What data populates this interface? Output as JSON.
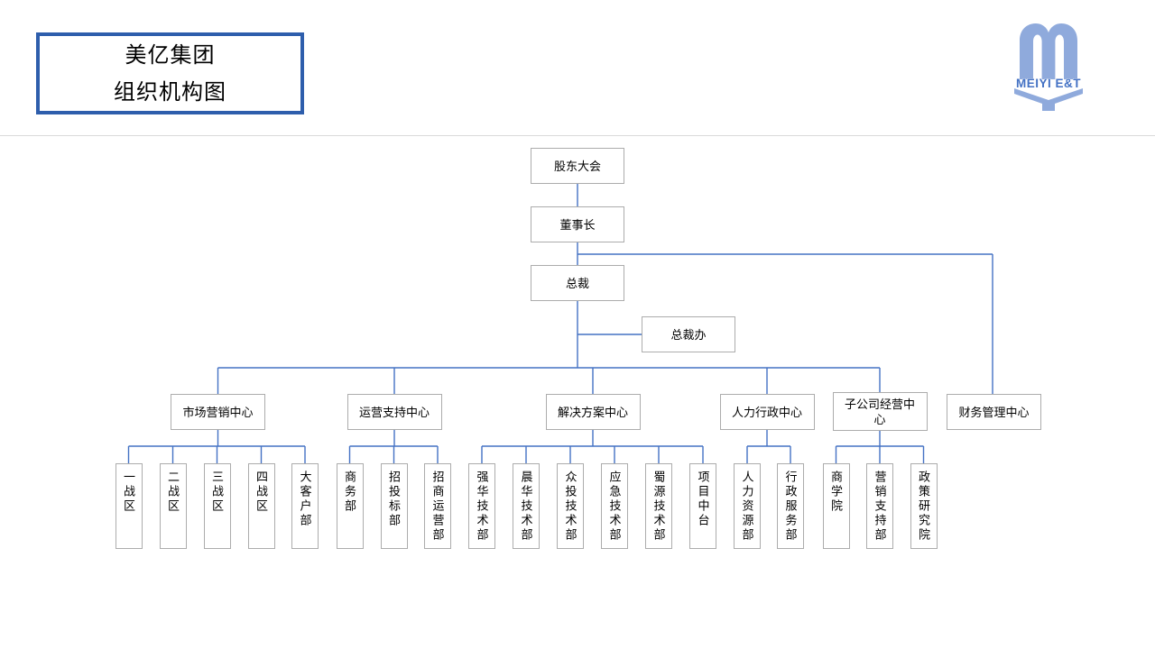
{
  "slide": {
    "title_line1": "美亿集团",
    "title_line2": "组织机构图",
    "logo_text": "MEIYI E&T"
  },
  "org": {
    "top": [
      {
        "id": "shareholders-meeting",
        "label": "股东大会"
      },
      {
        "id": "chairman",
        "label": "董事长"
      },
      {
        "id": "president",
        "label": "总裁"
      },
      {
        "id": "president-office",
        "label": "总裁办"
      }
    ],
    "centers": [
      {
        "id": "marketing-center",
        "label": "市场营销中心"
      },
      {
        "id": "operation-support-center",
        "label": "运营支持中心"
      },
      {
        "id": "solution-center",
        "label": "解决方案中心"
      },
      {
        "id": "hr-admin-center",
        "label": "人力行政中心"
      },
      {
        "id": "subsidiary-operation-center",
        "label": "子公司经营中心"
      },
      {
        "id": "finance-center",
        "label": "财务管理中心"
      }
    ],
    "departments": {
      "marketing": [
        "一战区",
        "二战区",
        "三战区",
        "四战区",
        "大客户部"
      ],
      "operation_support": [
        "商务部",
        "招投标部",
        "招商运营部"
      ],
      "solution": [
        "强华技术部",
        "晨华技术部",
        "众投技术部",
        "应急技术部",
        "蜀源技术部",
        "项目中台"
      ],
      "hr_admin": [
        "人力资源部",
        "行政服务部"
      ],
      "subsidiary": [
        "商学院",
        "营销支持部",
        "政策研究院"
      ]
    }
  },
  "colors": {
    "connector": "#4472c4",
    "box_border": "#acacac",
    "title_border": "#2e5eac",
    "logo_fill": "#8faadc",
    "logo_text_fill": "#4472c4",
    "divider": "#d9d9d9"
  }
}
